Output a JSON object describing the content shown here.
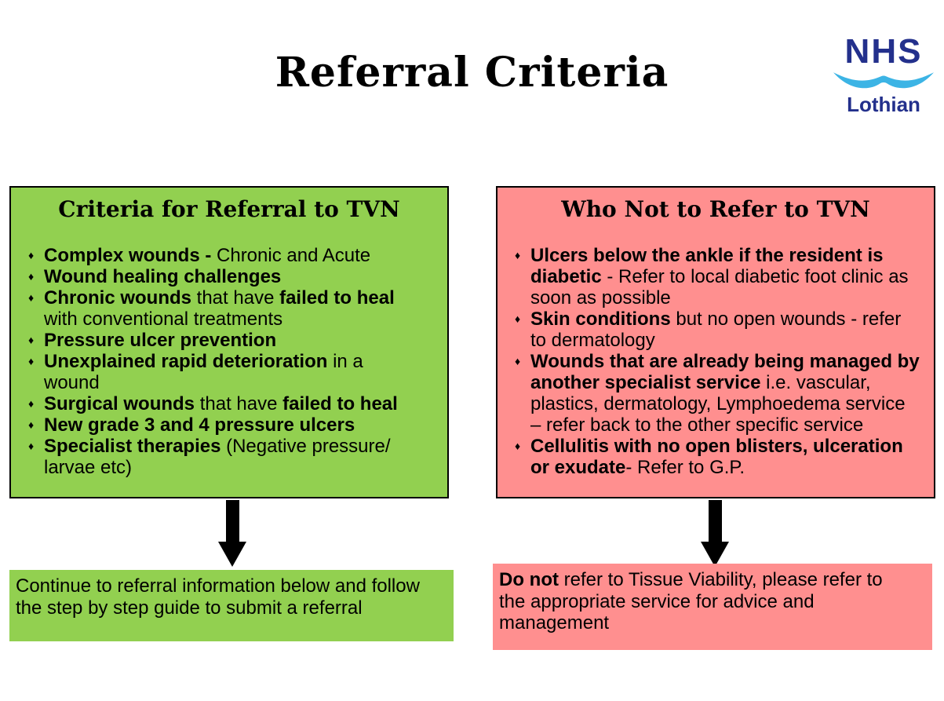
{
  "title": "Referral Criteria",
  "bullet_marker": "♦",
  "colors": {
    "green": "#92D050",
    "pink": "#FF8F8F",
    "arrow": "#000000",
    "nhs_navy": "#23308C",
    "nhs_light_blue": "#3CB4E5"
  },
  "logo": {
    "org": "NHS",
    "region": "Lothian"
  },
  "left_box": {
    "title": "Criteria for Referral to TVN",
    "bullets": [
      [
        {
          "t": "Complex wounds -",
          "b": true
        },
        {
          "t": " Chronic and Acute",
          "b": false
        }
      ],
      [
        {
          "t": "Wound healing challenges",
          "b": true
        }
      ],
      [
        {
          "t": "Chronic wounds",
          "b": true
        },
        {
          "t": " that have ",
          "b": false
        },
        {
          "t": "failed to heal",
          "b": true
        },
        {
          "br": true
        },
        {
          "t": "with conventional treatments",
          "b": false
        }
      ],
      [
        {
          "t": "Pressure ulcer prevention",
          "b": true
        }
      ],
      [
        {
          "t": "Unexplained rapid deterioration",
          "b": true
        },
        {
          "t": " in a",
          "b": false
        },
        {
          "br": true
        },
        {
          "t": "wound",
          "b": false
        }
      ],
      [
        {
          "t": "Surgical wounds",
          "b": true
        },
        {
          "t": " that have ",
          "b": false
        },
        {
          "t": "failed to heal",
          "b": true
        }
      ],
      [
        {
          "t": "New grade 3 and 4 pressure ulcers",
          "b": true
        }
      ],
      [
        {
          "t": "Specialist therapies",
          "b": true
        },
        {
          "t": " (Negative pressure/",
          "b": false
        },
        {
          "br": true
        },
        {
          "t": "larvae etc)",
          "b": false
        }
      ]
    ]
  },
  "right_box": {
    "title": "Who Not to Refer to TVN",
    "bullets": [
      [
        {
          "t": "Ulcers below the ankle if the resident is",
          "b": true
        },
        {
          "br": true
        },
        {
          "t": "diabetic",
          "b": true
        },
        {
          "t": " - Refer to local diabetic foot clinic as",
          "b": false
        },
        {
          "br": true
        },
        {
          "t": "soon as possible",
          "b": false
        }
      ],
      [
        {
          "t": "Skin conditions",
          "b": true
        },
        {
          "t": " but no open wounds - refer",
          "b": false
        },
        {
          "br": true
        },
        {
          "t": "to dermatology",
          "b": false
        }
      ],
      [
        {
          "t": "Wounds that are already being managed by",
          "b": true
        },
        {
          "br": true
        },
        {
          "t": "another specialist service",
          "b": true
        },
        {
          "t": " i.e. vascular,",
          "b": false
        },
        {
          "br": true
        },
        {
          "t": "plastics, dermatology, Lymphoedema service",
          "b": false
        },
        {
          "br": true
        },
        {
          "t": "– refer back to the other specific service",
          "b": false
        }
      ],
      [
        {
          "t": "Cellulitis with no open blisters, ulceration",
          "b": true
        },
        {
          "br": true
        },
        {
          "t": "or exudate",
          "b": true
        },
        {
          "t": "- Refer to G.P.",
          "b": false
        }
      ]
    ]
  },
  "left_note": {
    "segments": [
      {
        "t": "Continue to referral information below and follow",
        "b": false
      },
      {
        "br": true
      },
      {
        "t": "the step by step guide to submit a referral",
        "b": false
      }
    ]
  },
  "right_note": {
    "segments": [
      {
        "t": "Do not",
        "b": true
      },
      {
        "t": " refer to Tissue Viability, please refer to",
        "b": false
      },
      {
        "br": true
      },
      {
        "t": "the appropriate service for advice and",
        "b": false
      },
      {
        "br": true
      },
      {
        "t": "management",
        "b": false
      }
    ]
  }
}
